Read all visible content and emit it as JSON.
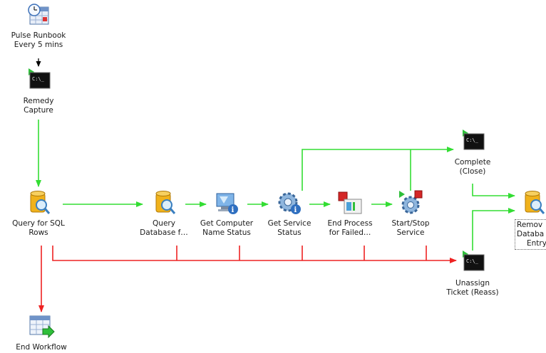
{
  "nodes": {
    "pulse": {
      "line1": "Pulse Runbook",
      "line2": "Every 5 mins",
      "icon": "calendar-clock-icon"
    },
    "remedy": {
      "line1": "Remedy",
      "line2": "Capture",
      "icon": "console-icon"
    },
    "query_sql": {
      "line1": "Query for SQL",
      "line2": "Rows",
      "icon": "database-search-icon"
    },
    "query_db": {
      "line1": "Query",
      "line2": "Database f…",
      "icon": "database-search-icon"
    },
    "get_computer": {
      "line1": "Get Computer",
      "line2": "Name Status",
      "icon": "computer-info-icon"
    },
    "get_service": {
      "line1": "Get Service",
      "line2": "Status",
      "icon": "gear-info-icon"
    },
    "end_process": {
      "line1": "End Process",
      "line2": "for Failed…",
      "icon": "end-process-icon"
    },
    "start_stop": {
      "line1": "Start/Stop",
      "line2": "Service",
      "icon": "gear-start-stop-icon"
    },
    "complete": {
      "line1": "Complete",
      "line2": "(Close)",
      "icon": "console-icon"
    },
    "unassign": {
      "line1": "Unassign",
      "line2": "Ticket (Reass)",
      "icon": "console-icon"
    },
    "remove_db": {
      "line1": "Remov",
      "line2": "Databa",
      "line3": "Entry",
      "icon": "database-search-icon"
    },
    "end_workflow": {
      "line1": "End Workflow",
      "icon": "end-workflow-icon"
    }
  },
  "colors": {
    "success_link": "#33dd33",
    "failure_link": "#ee2222",
    "default_link": "#000000"
  }
}
